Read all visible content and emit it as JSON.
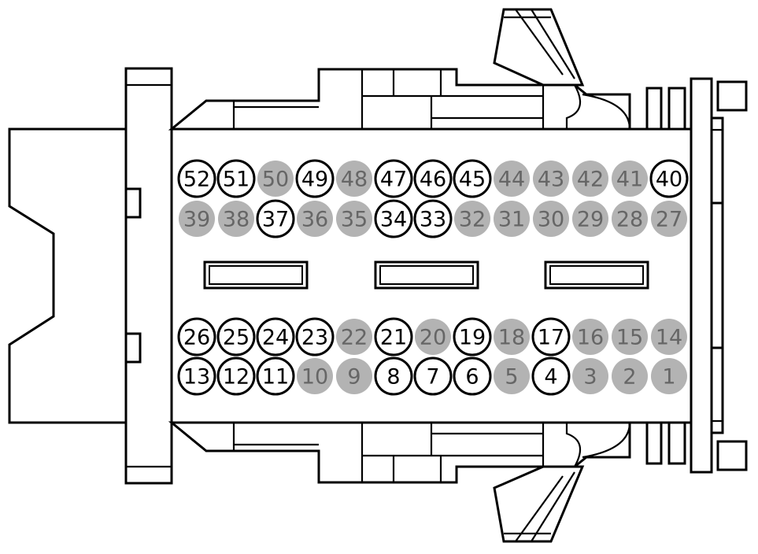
{
  "diagram": {
    "colors": {
      "line": "#000000",
      "background": "#ffffff",
      "unused_pin_fill": "#b3b3b3",
      "unused_pin_text": "#666666",
      "used_pin_fill": "#ffffff",
      "used_pin_text": "#000000"
    },
    "pin_rows": [
      {
        "name": "upper-row-a",
        "pins": [
          {
            "label": "52",
            "used": true
          },
          {
            "label": "51",
            "used": true
          },
          {
            "label": "50",
            "used": false
          },
          {
            "label": "49",
            "used": true
          },
          {
            "label": "48",
            "used": false
          },
          {
            "label": "47",
            "used": true
          },
          {
            "label": "46",
            "used": true
          },
          {
            "label": "45",
            "used": true
          },
          {
            "label": "44",
            "used": false
          },
          {
            "label": "43",
            "used": false
          },
          {
            "label": "42",
            "used": false
          },
          {
            "label": "41",
            "used": false
          },
          {
            "label": "40",
            "used": true
          }
        ]
      },
      {
        "name": "upper-row-b",
        "pins": [
          {
            "label": "39",
            "used": false
          },
          {
            "label": "38",
            "used": false
          },
          {
            "label": "37",
            "used": true
          },
          {
            "label": "36",
            "used": false
          },
          {
            "label": "35",
            "used": false
          },
          {
            "label": "34",
            "used": true
          },
          {
            "label": "33",
            "used": true
          },
          {
            "label": "32",
            "used": false
          },
          {
            "label": "31",
            "used": false
          },
          {
            "label": "30",
            "used": false
          },
          {
            "label": "29",
            "used": false
          },
          {
            "label": "28",
            "used": false
          },
          {
            "label": "27",
            "used": false
          }
        ]
      },
      {
        "name": "lower-row-a",
        "pins": [
          {
            "label": "26",
            "used": true
          },
          {
            "label": "25",
            "used": true
          },
          {
            "label": "24",
            "used": true
          },
          {
            "label": "23",
            "used": true
          },
          {
            "label": "22",
            "used": false
          },
          {
            "label": "21",
            "used": true
          },
          {
            "label": "20",
            "used": false
          },
          {
            "label": "19",
            "used": true
          },
          {
            "label": "18",
            "used": false
          },
          {
            "label": "17",
            "used": true
          },
          {
            "label": "16",
            "used": false
          },
          {
            "label": "15",
            "used": false
          },
          {
            "label": "14",
            "used": false
          }
        ]
      },
      {
        "name": "lower-row-b",
        "pins": [
          {
            "label": "13",
            "used": true
          },
          {
            "label": "12",
            "used": true
          },
          {
            "label": "11",
            "used": true
          },
          {
            "label": "10",
            "used": false
          },
          {
            "label": "9",
            "used": false
          },
          {
            "label": "8",
            "used": true
          },
          {
            "label": "7",
            "used": true
          },
          {
            "label": "6",
            "used": true
          },
          {
            "label": "5",
            "used": false
          },
          {
            "label": "4",
            "used": true
          },
          {
            "label": "3",
            "used": false
          },
          {
            "label": "2",
            "used": false
          },
          {
            "label": "1",
            "used": false
          }
        ]
      }
    ]
  }
}
